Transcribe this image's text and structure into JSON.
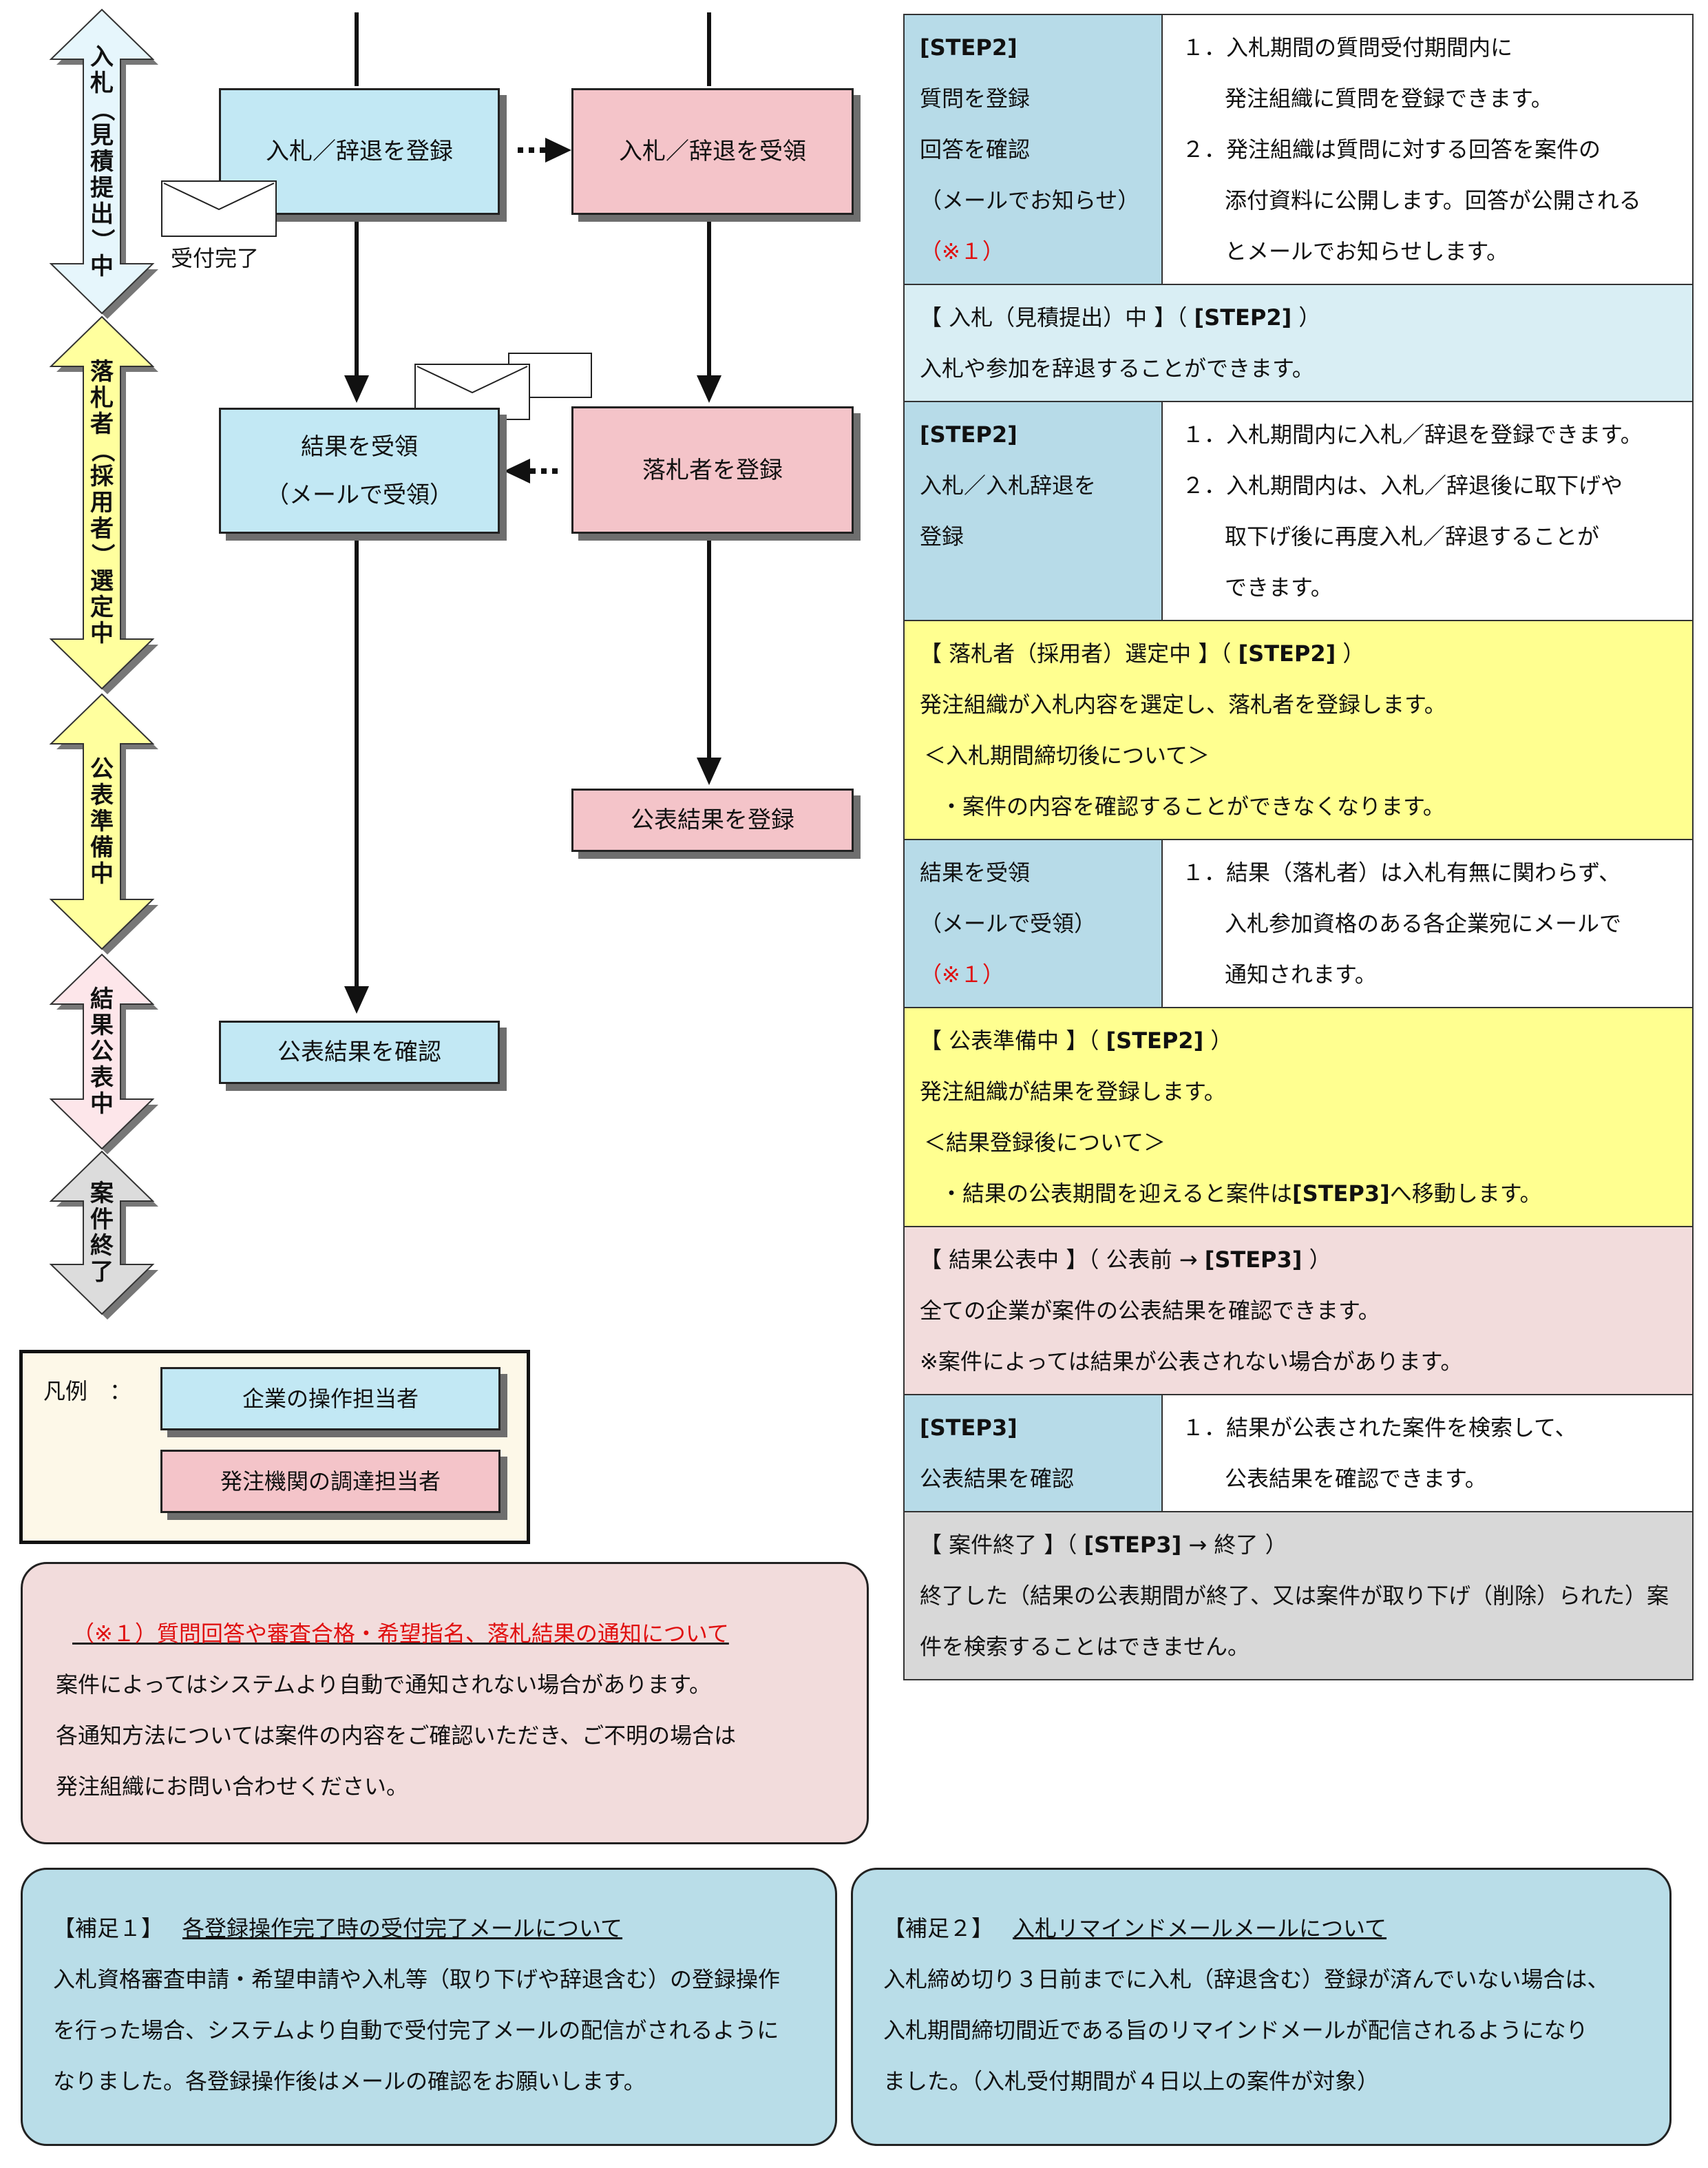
{
  "phases": [
    {
      "label": "入札（見積提出）中",
      "color": "#e6f6fc"
    },
    {
      "label": "落札者（採用者）選定中",
      "color": "#ffff9e"
    },
    {
      "label": "公表準備中",
      "color": "#ffff9e"
    },
    {
      "label": "結果公表中",
      "color": "#fde6ea"
    },
    {
      "label": "案件終了",
      "color": "#dcdcdc"
    }
  ],
  "flow": {
    "company_register": "入札／辞退を登録",
    "org_receive": "入札／辞退を受領",
    "receipt_label": "受付完了",
    "company_result": [
      "結果を受領",
      "（メールで受領）"
    ],
    "org_winner": "落札者を登録",
    "org_publish": "公表結果を登録",
    "company_confirm": "公表結果を確認"
  },
  "legend": {
    "title": "凡例　：",
    "company": "企業の操作担当者",
    "org": "発注機関の調達担当者"
  },
  "table": {
    "step2_question": {
      "left": [
        "[STEP2]",
        "質問を登録",
        "回答を確認",
        "（メールでお知らせ）",
        "（※１）"
      ],
      "right": [
        "１．入札期間の質問受付期間内に",
        "発注組織に質問を登録できます。",
        "２．発注組織は質問に対する回答を案件の",
        "添付資料に公開します。回答が公開される",
        "とメールでお知らせします。"
      ]
    },
    "phase_bidding": {
      "head_a": "【 入札（見積提出）中 】（ ",
      "head_b": "[STEP2]",
      "head_c": " ）",
      "line": "入札や参加を辞退することができます。"
    },
    "step2_bid": {
      "left": [
        "[STEP2]",
        "入札／入札辞退を",
        "登録"
      ],
      "right": [
        "１．入札期間内に入札／辞退を登録できます。",
        "２．入札期間内は、入札／辞退後に取下げや",
        "取下げ後に再度入札／辞退することが",
        "できます。"
      ]
    },
    "phase_selecting": {
      "head_a": "【 落札者（採用者）選定中 】（ ",
      "head_b": "[STEP2]",
      "head_c": " ）",
      "lines": [
        "発注組織が入札内容を選定し、落札者を登録します。",
        "＜入札期間締切後について＞",
        "・案件の内容を確認することができなくなります。"
      ]
    },
    "result_receive": {
      "left": [
        "結果を受領",
        "（メールで受領）",
        "（※１）"
      ],
      "right": [
        "１．結果（落札者）は入札有無に関わらず、",
        "入札参加資格のある各企業宛にメールで",
        "通知されます。"
      ]
    },
    "phase_prep": {
      "head_a": "【 公表準備中 】（ ",
      "head_b": "[STEP2]",
      "head_c": " ）",
      "lines": [
        "発注組織が結果を登録します。",
        "＜結果登録後について＞"
      ],
      "last_a": "・結果の公表期間を迎えると案件は",
      "last_b": "[STEP3]",
      "last_c": "へ移動します。"
    },
    "phase_public": {
      "head_a": "【 結果公表中 】（ 公表前 → ",
      "head_b": "[STEP3]",
      "head_c": " ）",
      "lines": [
        "全ての企業が案件の公表結果を確認できます。",
        "※案件によっては結果が公表されない場合があります。"
      ]
    },
    "step3": {
      "left": [
        "[STEP3]",
        "公表結果を確認"
      ],
      "right": [
        "１．結果が公表された案件を検索して、",
        "公表結果を確認できます。"
      ]
    },
    "phase_end": {
      "head_a": "【 案件終了 】（ ",
      "head_b": "[STEP3]",
      "head_c": " → 終了 ）",
      "lines": [
        "終了した（結果の公表期間が終了、又は案件が取り下げ（削除）られた）案",
        "件を検索することはできません。"
      ]
    }
  },
  "note1": {
    "title": "（※１）質問回答や審査合格・希望指名、落札結果の通知について",
    "lines": [
      "案件によってはシステムより自動で通知されない場合があります。",
      "各通知方法については案件の内容をご確認いただき、ご不明の場合は",
      "発注組織にお問い合わせください。"
    ]
  },
  "supp1": {
    "label": "【補足１】",
    "title": "各登録操作完了時の受付完了メールについて",
    "lines": [
      "入札資格審査申請・希望申請や入札等（取り下げや辞退含む）の登録操作",
      "を行った場合、システムより自動で受付完了メールの配信がされるように",
      "なりました。各登録操作後はメールの確認をお願いします。"
    ]
  },
  "supp2": {
    "label": "【補足２】",
    "title": "入札リマインドメールメールについて",
    "lines": [
      "入札締め切り３日前までに入札（辞退含む）登録が済んでいない場合は、",
      "入札期間締切間近である旨のリマインドメールが配信されるようになり",
      "ました。（入札受付期間が４日以上の案件が対象）"
    ]
  }
}
